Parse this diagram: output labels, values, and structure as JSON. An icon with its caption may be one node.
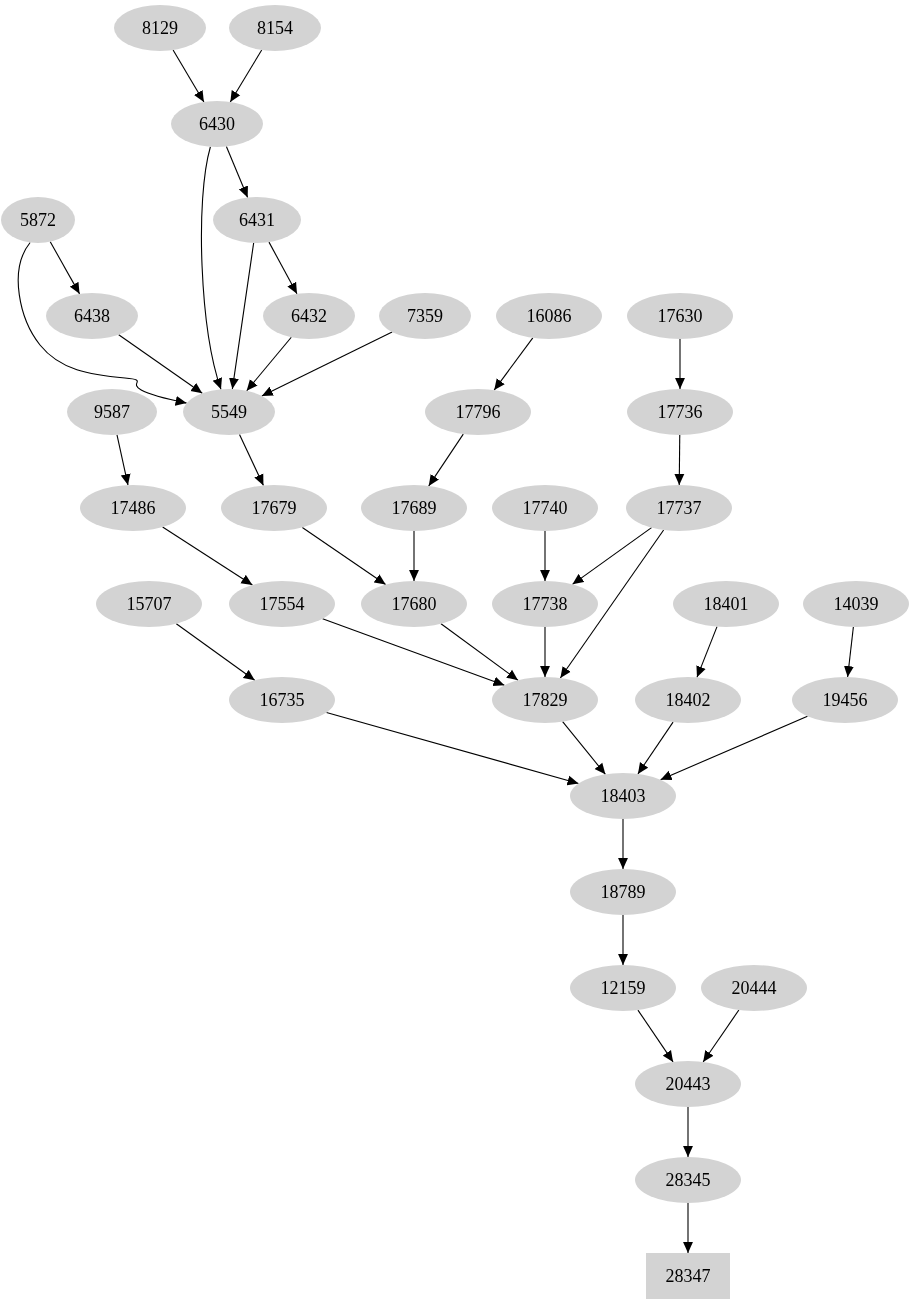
{
  "diagram": {
    "nodes": [
      {
        "text": [
          "8129"
        ]
      },
      {
        "text": [
          "8154"
        ]
      },
      {
        "text": [
          "6430"
        ]
      },
      {
        "text": [
          "5872"
        ]
      },
      {
        "text": [
          "6431"
        ]
      },
      {
        "text": [
          "6438"
        ]
      },
      {
        "text": [
          "6432"
        ]
      },
      {
        "text": [
          "7359"
        ]
      },
      {
        "text": [
          "16086"
        ]
      },
      {
        "text": [
          "17630"
        ]
      },
      {
        "text": [
          "9587"
        ]
      },
      {
        "text": [
          "5549"
        ]
      },
      {
        "text": [
          "17796"
        ]
      },
      {
        "text": [
          "17736"
        ]
      },
      {
        "text": [
          "17486"
        ]
      },
      {
        "text": [
          "17679"
        ]
      },
      {
        "text": [
          "17689"
        ]
      },
      {
        "text": [
          "17740"
        ]
      },
      {
        "text": [
          "17737"
        ]
      },
      {
        "text": [
          "15707"
        ]
      },
      {
        "text": [
          "17554"
        ]
      },
      {
        "text": [
          "17680"
        ]
      },
      {
        "text": [
          "17738"
        ]
      },
      {
        "text": [
          "18401"
        ]
      },
      {
        "text": [
          "14039"
        ]
      },
      {
        "text": [
          "16735"
        ]
      },
      {
        "text": [
          "17829"
        ]
      },
      {
        "text": [
          "18402"
        ]
      },
      {
        "text": [
          "19456"
        ]
      },
      {
        "text": [
          "18403"
        ]
      },
      {
        "text": [
          "18789"
        ]
      },
      {
        "text": [
          "12159"
        ]
      },
      {
        "text": [
          "20444"
        ]
      },
      {
        "text": [
          "20443"
        ]
      },
      {
        "text": [
          "28345"
        ]
      },
      {
        "text": [
          "28347"
        ]
      }
    ],
    "edges": [
      {
        "from": 0,
        "to": 2,
        "arrow": "to"
      },
      {
        "from": 1,
        "to": 2,
        "arrow": "to"
      },
      {
        "from": 2,
        "to": 4,
        "arrow": "to"
      },
      {
        "from": 2,
        "to": 11,
        "arrow": "to"
      },
      {
        "from": 3,
        "to": 5,
        "arrow": "to"
      },
      {
        "from": 3,
        "to": 11,
        "arrow": "to"
      },
      {
        "from": 4,
        "to": 6,
        "arrow": "to"
      },
      {
        "from": 4,
        "to": 11,
        "arrow": "to"
      },
      {
        "from": 5,
        "to": 11,
        "arrow": "to"
      },
      {
        "from": 6,
        "to": 11,
        "arrow": "to"
      },
      {
        "from": 7,
        "to": 11,
        "arrow": "to"
      },
      {
        "from": 8,
        "to": 12,
        "arrow": "to"
      },
      {
        "from": 9,
        "to": 13,
        "arrow": "to"
      },
      {
        "from": 10,
        "to": 14,
        "arrow": "to"
      },
      {
        "from": 11,
        "to": 15,
        "arrow": "to"
      },
      {
        "from": 12,
        "to": 16,
        "arrow": "to"
      },
      {
        "from": 13,
        "to": 18,
        "arrow": "to"
      },
      {
        "from": 14,
        "to": 20,
        "arrow": "to"
      },
      {
        "from": 15,
        "to": 21,
        "arrow": "to"
      },
      {
        "from": 16,
        "to": 21,
        "arrow": "to"
      },
      {
        "from": 17,
        "to": 22,
        "arrow": "to"
      },
      {
        "from": 18,
        "to": 22,
        "arrow": "to"
      },
      {
        "from": 18,
        "to": 26,
        "arrow": "to"
      },
      {
        "from": 19,
        "to": 25,
        "arrow": "to"
      },
      {
        "from": 20,
        "to": 26,
        "arrow": "to"
      },
      {
        "from": 21,
        "to": 26,
        "arrow": "to"
      },
      {
        "from": 22,
        "to": 26,
        "arrow": "to"
      },
      {
        "from": 23,
        "to": 27,
        "arrow": "to"
      },
      {
        "from": 24,
        "to": 28,
        "arrow": "to"
      },
      {
        "from": 25,
        "to": 29,
        "arrow": "to"
      },
      {
        "from": 26,
        "to": 29,
        "arrow": "to"
      },
      {
        "from": 27,
        "to": 29,
        "arrow": "to"
      },
      {
        "from": 28,
        "to": 29,
        "arrow": "to"
      },
      {
        "from": 29,
        "to": 30,
        "arrow": "to"
      },
      {
        "from": 30,
        "to": 31,
        "arrow": "to"
      },
      {
        "from": 31,
        "to": 33,
        "arrow": "to"
      },
      {
        "from": 32,
        "to": 33,
        "arrow": "to"
      },
      {
        "from": 33,
        "to": 34,
        "arrow": "to"
      },
      {
        "from": 34,
        "to": 35,
        "arrow": "to"
      }
    ]
  }
}
